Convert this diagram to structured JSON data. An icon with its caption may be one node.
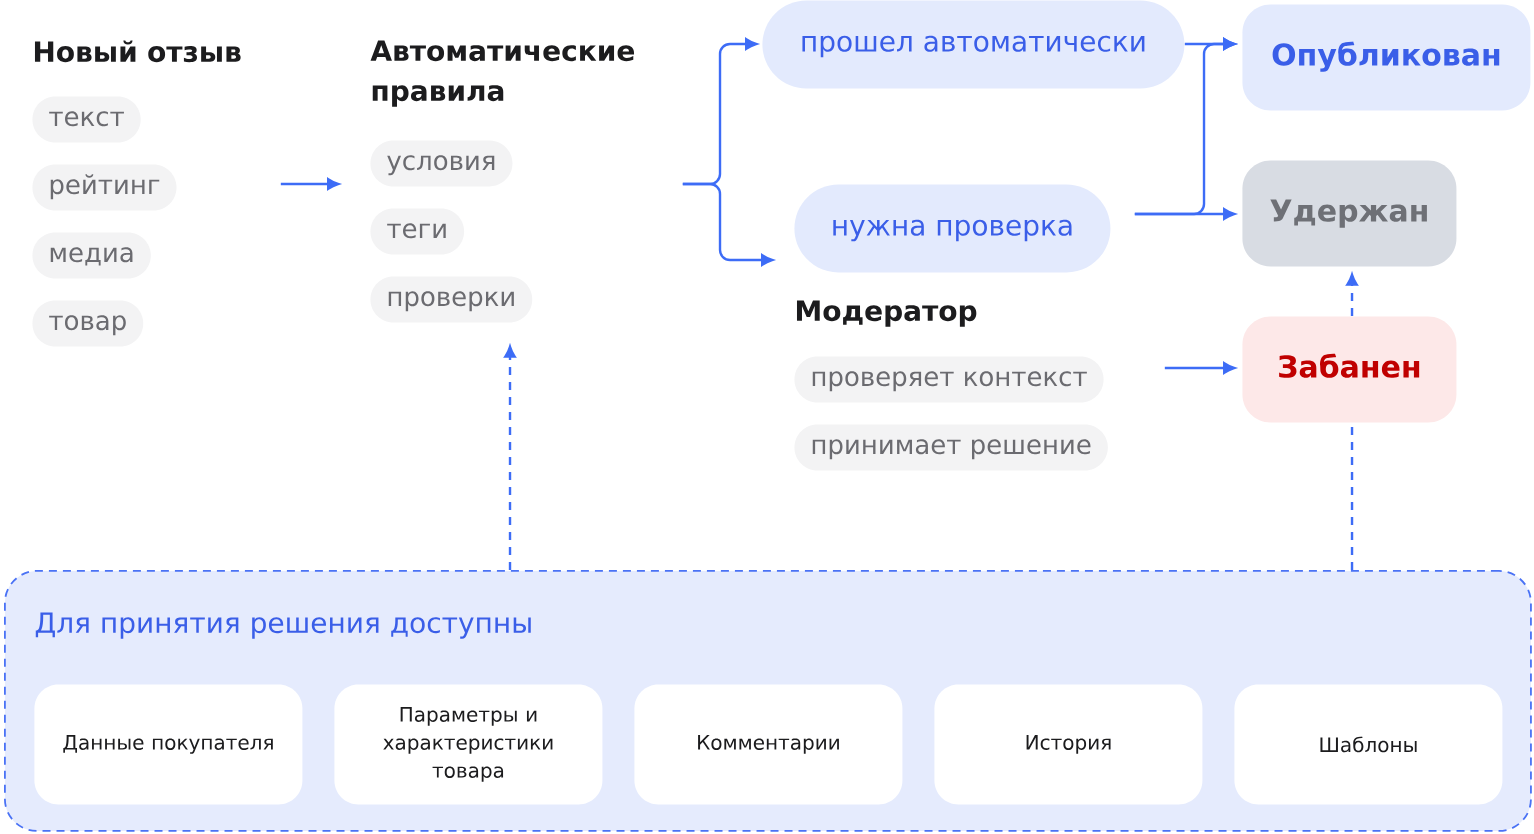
{
  "diagram": {
    "nodes": [
      {
        "text": [
          "Новый отзыв",
          "текст",
          "рейтинг",
          "медиа",
          "товар"
        ]
      },
      {
        "text": [
          "Автоматические правила",
          "условия",
          "теги",
          "проверки"
        ]
      },
      {
        "text": [
          "прошел автоматически"
        ]
      },
      {
        "text": [
          "нужна проверка"
        ]
      },
      {
        "text": [
          "Модератор",
          "проверяет контекст",
          "принимает решение"
        ]
      },
      {
        "text": [
          "Опубликован"
        ]
      },
      {
        "text": [
          "Удержан"
        ]
      },
      {
        "text": [
          "Забанен"
        ]
      },
      {
        "text": [
          "Для принятия решения доступны"
        ]
      },
      {
        "text": [
          "Данные покупателя"
        ],
        "in": 8
      },
      {
        "text": [
          "Параметры и характеристики товара"
        ],
        "in": 8
      },
      {
        "text": [
          "Комментарии"
        ],
        "in": 8
      },
      {
        "text": [
          "История"
        ],
        "in": 8
      },
      {
        "text": [
          "Шаблоны"
        ],
        "in": 8
      }
    ],
    "edges": [
      {
        "from": 0,
        "to": 1,
        "arrow": "to"
      },
      {
        "from": 1,
        "to": 2,
        "arrow": "to"
      },
      {
        "from": 1,
        "to": 3,
        "arrow": "to"
      },
      {
        "from": 2,
        "to": 5,
        "arrow": "to"
      },
      {
        "from": 3,
        "to": 6,
        "arrow": "to"
      },
      {
        "from": 3,
        "to": 5,
        "arrow": "to"
      },
      {
        "from": 4,
        "to": 7,
        "arrow": "to"
      },
      {
        "from": 8,
        "to": 1,
        "arrow": "to",
        "style": "dashed"
      },
      {
        "from": 8,
        "to": 7,
        "arrow": "none",
        "style": "dashed"
      },
      {
        "from": 7,
        "to": 6,
        "arrow": "to",
        "style": "dashed"
      }
    ]
  }
}
